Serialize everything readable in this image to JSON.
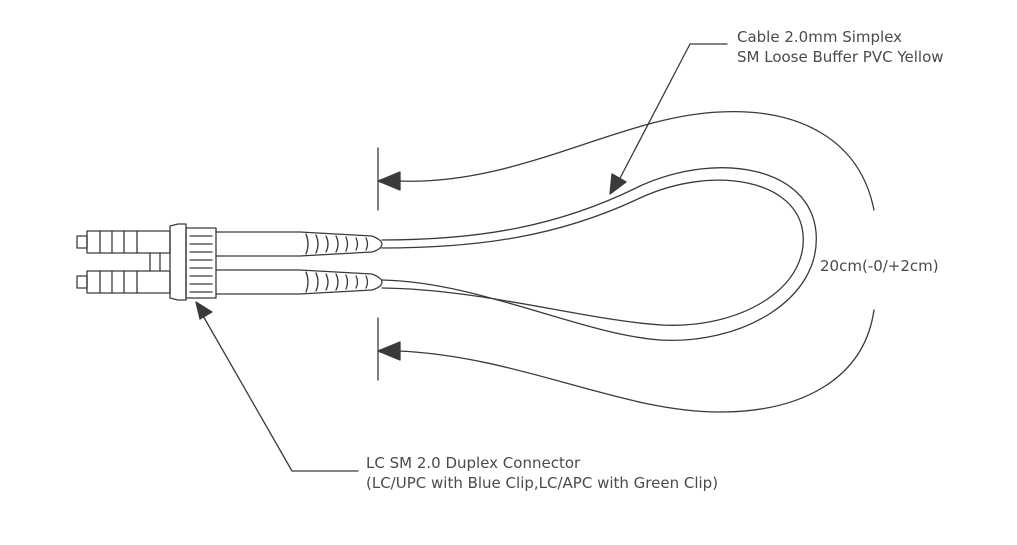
{
  "labels": {
    "cable": {
      "line1": "Cable 2.0mm Simplex",
      "line2": "SM Loose Buffer PVC Yellow"
    },
    "length": "20cm(-0/+2cm)",
    "connector": {
      "line1": "LC SM 2.0 Duplex Connector",
      "line2": "(LC/UPC with Blue Clip,LC/APC with Green Clip)"
    }
  },
  "colors": {
    "line": "#3a3a3a",
    "text": "#4a4a4a",
    "background": "#ffffff"
  }
}
